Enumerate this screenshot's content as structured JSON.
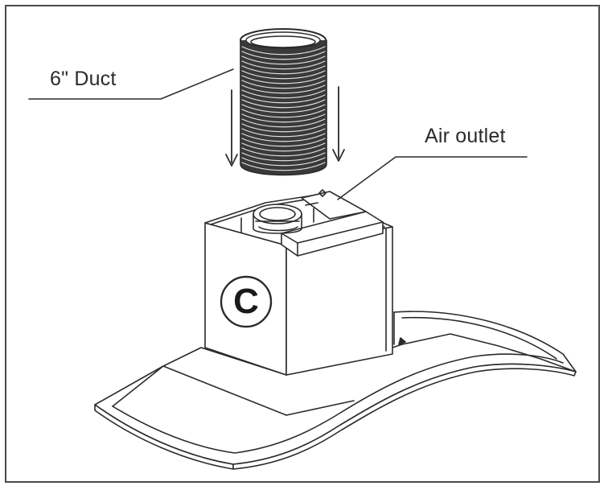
{
  "labels": {
    "duct": "6\" Duct",
    "air_outlet": "Air outlet",
    "component_marker": "C"
  },
  "colors": {
    "stroke": "#2b2b2b",
    "duct_fill": "#3a3a3a",
    "frame": "#4a4a4a"
  }
}
